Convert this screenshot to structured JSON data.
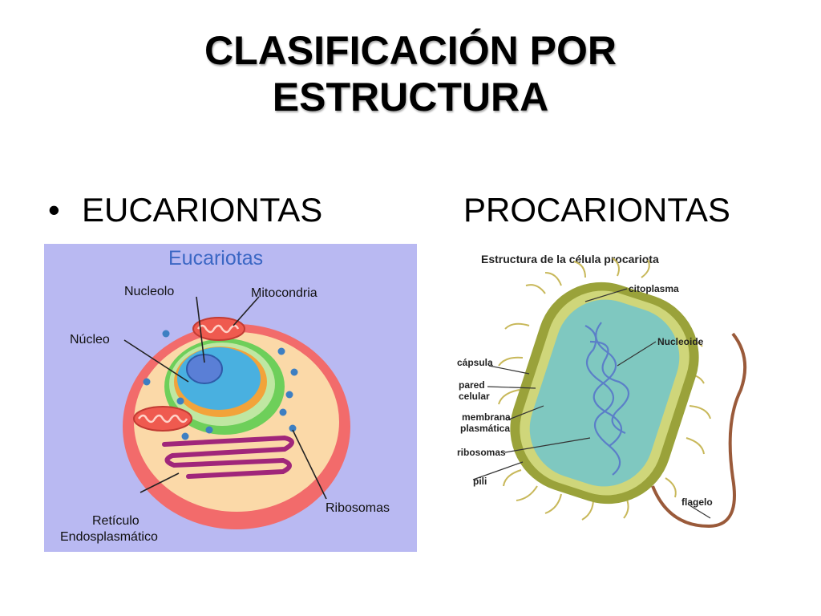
{
  "slide": {
    "title_line1": "CLASIFICACIÓN POR",
    "title_line2": "ESTRUCTURA",
    "bullet": "•",
    "left_heading": "EUCARIONTAS",
    "right_heading": "PROCARIONTAS"
  },
  "eukaryote_diagram": {
    "title": "Eucariotas",
    "labels": {
      "nucleolo": "Nucleolo",
      "mitocondria": "Mitocondria",
      "nucleo": "Núcleo",
      "ribosomas": "Ribosomas",
      "reticulo_line1": "Retículo",
      "reticulo_line2": "Endosplasmático"
    },
    "colors": {
      "background": "#b9b9f2",
      "cytoplasm": "#fbd9a8",
      "membrane": "#f26b6b",
      "nucleus": "#49b0e0",
      "nucleolus": "#5a7fd6",
      "golgi": "#6ecf5a",
      "reticulum": "#a0267a",
      "mitochondria": "#ef5a4f",
      "ribosome": "#3d7fc2",
      "title_text": "#3b67c4"
    }
  },
  "prokaryote_diagram": {
    "title": "Estructura de la célula procariota",
    "labels": {
      "citoplasma": "citoplasma",
      "nucleoide": "Nucleoide",
      "capsula": "cápsula",
      "pared_line1": "pared",
      "pared_line2": "celular",
      "membrana_line1": "membrana",
      "membrana_line2": "plasmática",
      "ribosomas": "ribosomas",
      "pili": "pili",
      "flagelo": "flagelo"
    },
    "colors": {
      "capsule": "#9aa23a",
      "pili": "#c8b85a",
      "cell_body": "#7fc8c0",
      "nucleoid": "#5b7fc8",
      "flagellum": "#9a5a3a"
    }
  }
}
